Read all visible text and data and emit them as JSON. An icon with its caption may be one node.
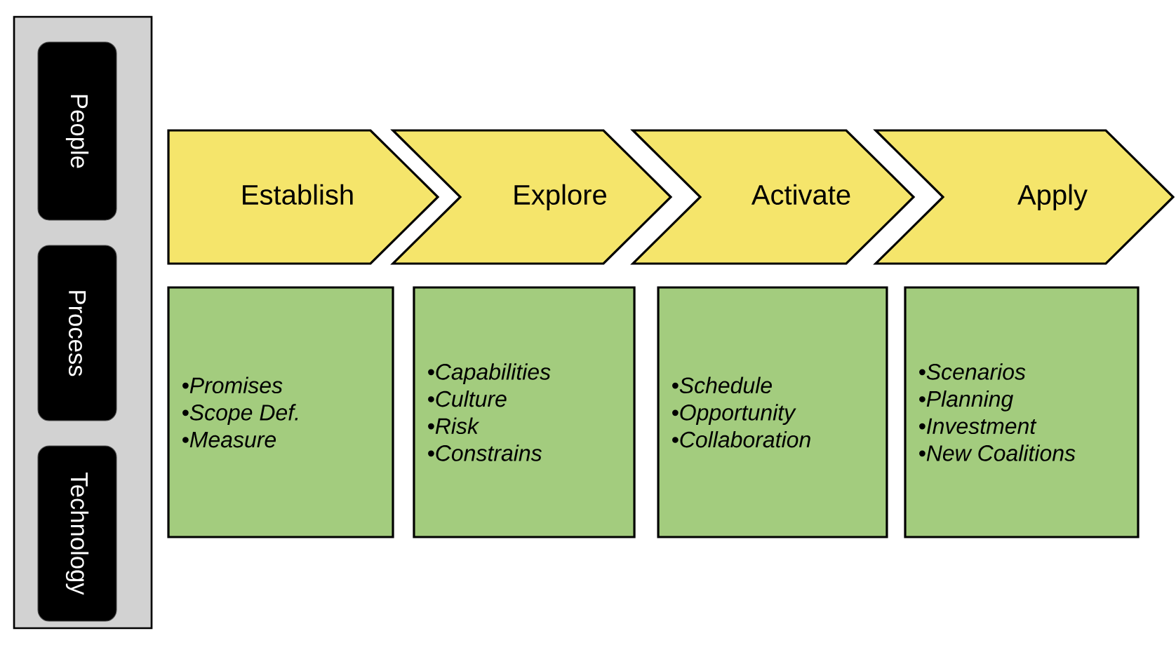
{
  "diagram": {
    "nodes": [
      {
        "text": [],
        "shape": "box"
      },
      {
        "text": [
          "People"
        ],
        "in": 0
      },
      {
        "text": [
          "Process"
        ],
        "in": 0
      },
      {
        "text": [
          "Technology"
        ],
        "in": 0
      },
      {
        "text": [
          "Establish"
        ]
      },
      {
        "text": [
          "Explore"
        ]
      },
      {
        "text": [
          "Activate"
        ]
      },
      {
        "text": [
          "Apply"
        ]
      },
      {
        "text": [
          "•Promises",
          "•Scope Def.",
          "•Measure"
        ]
      },
      {
        "text": [
          "•Capabilities",
          "•Culture",
          "•Risk",
          "•Constrains"
        ]
      },
      {
        "text": [
          "•Schedule",
          "•Opportunity",
          "•Collaboration"
        ]
      },
      {
        "text": [
          "•Scenarios",
          "•Planning",
          "•Investment",
          "•New Coalitions"
        ]
      }
    ],
    "edges": []
  }
}
